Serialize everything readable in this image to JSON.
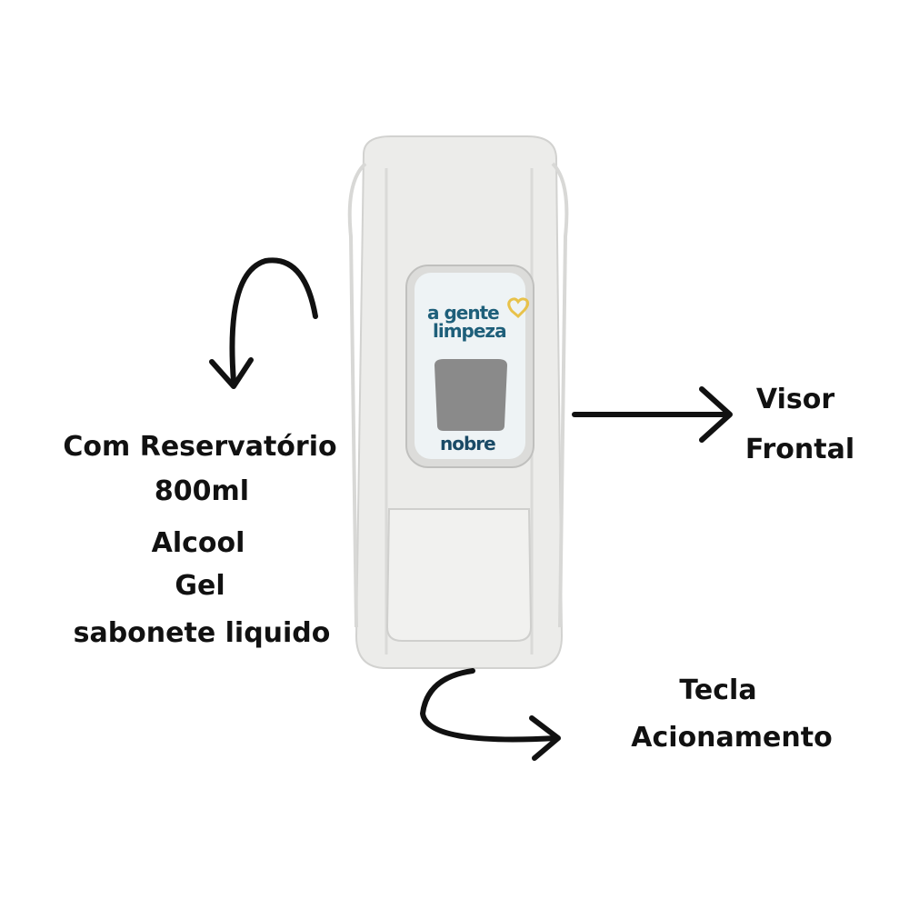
{
  "annotations": {
    "reservoir": [
      "Com Reservatório",
      "800ml",
      "Alcool",
      "Gel",
      "sabonete liquido"
    ],
    "visor": [
      "Visor",
      "Frontal"
    ],
    "tecla": [
      "Tecla",
      "Acionamento"
    ]
  },
  "product_label": {
    "line1": "a gente",
    "line2": "limpeza",
    "brand": "nobre"
  },
  "colors": {
    "dispenser": "#eeeeec",
    "label_text": "#1e5f7a",
    "heart": "#e8c24a",
    "arrow": "#111111"
  }
}
